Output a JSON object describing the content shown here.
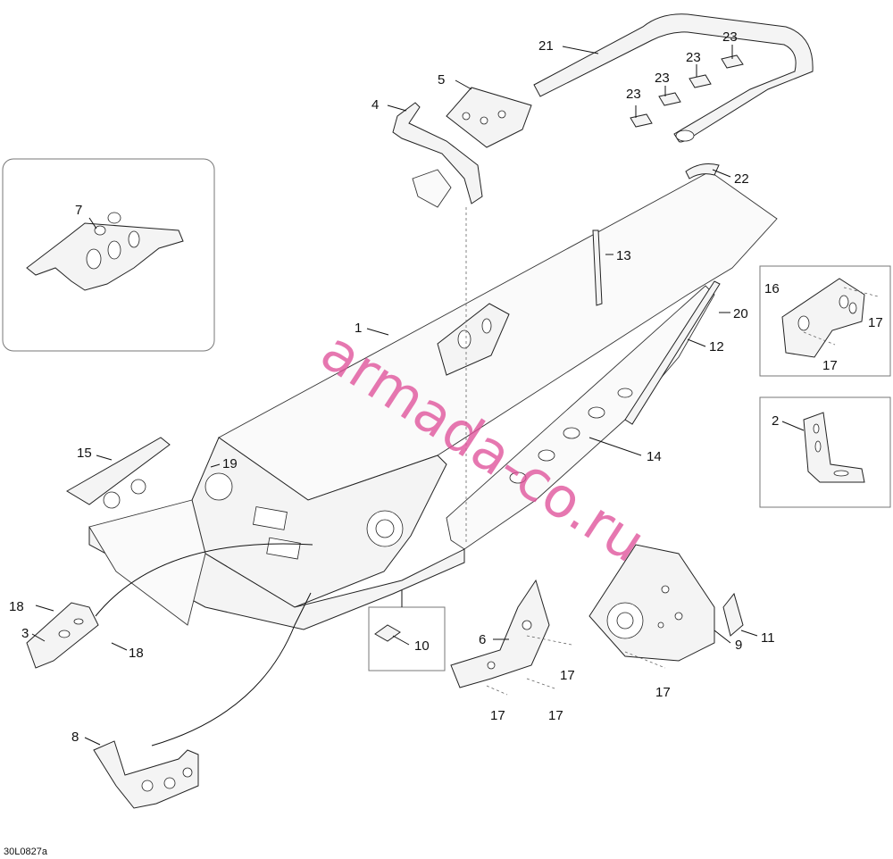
{
  "figure_code": "30L0827a",
  "watermark": "armada-co.ru",
  "callouts": {
    "c1": "1",
    "c2": "2",
    "c3": "3",
    "c4": "4",
    "c5": "5",
    "c6": "6",
    "c7": "7",
    "c8": "8",
    "c9": "9",
    "c10": "10",
    "c11": "11",
    "c12": "12",
    "c13": "13",
    "c14": "14",
    "c15": "15",
    "c16": "16",
    "c17a": "17",
    "c17b": "17",
    "c17c": "17",
    "c17d": "17",
    "c17e": "17",
    "c17f": "17",
    "c18a": "18",
    "c18b": "18",
    "c19": "19",
    "c20": "20",
    "c21": "21",
    "c22": "22",
    "c23a": "23",
    "c23b": "23",
    "c23c": "23",
    "c23d": "23"
  }
}
